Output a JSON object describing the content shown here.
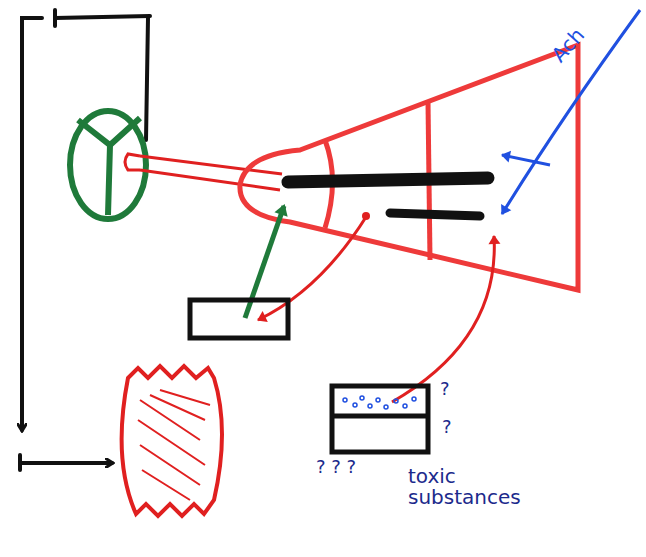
{
  "diagram": {
    "labels": [
      "Ach",
      "?",
      "?",
      "? ? ?",
      "toxic substances"
    ]
  }
}
